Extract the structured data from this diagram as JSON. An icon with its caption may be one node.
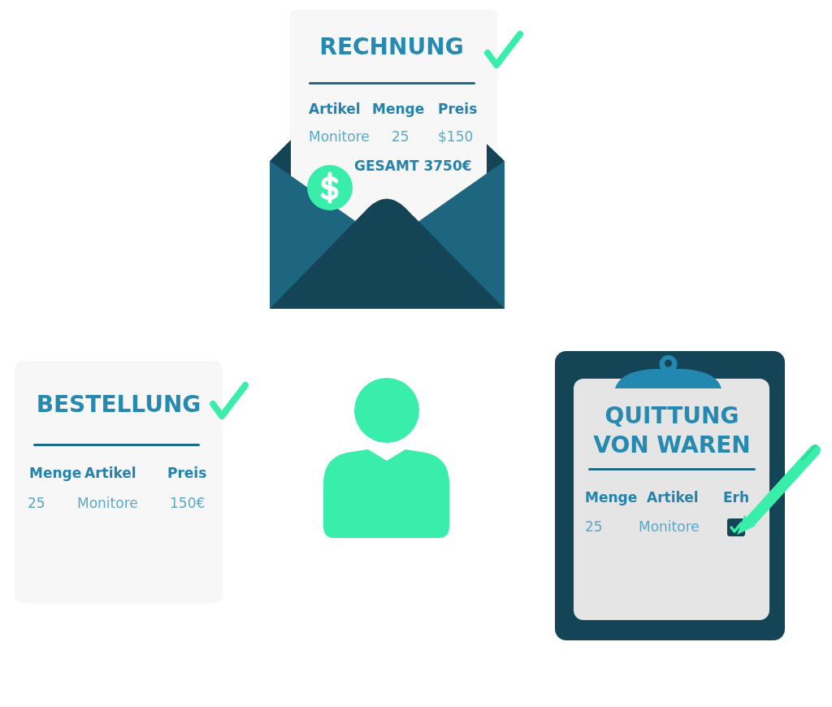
{
  "diagram": {
    "nodes": [
      {
        "text": [
          "RECHNUNG",
          "Artikel",
          "Menge",
          "Preis",
          "Monitore",
          "25",
          "$150",
          "GESAMT 3750€"
        ]
      },
      {
        "text": [
          "BESTELLUNG",
          "Menge",
          "Artikel",
          "Preis",
          "25",
          "Monitore",
          "150€"
        ]
      },
      {
        "text": [],
        "shape": "person"
      },
      {
        "text": [
          "QUITTUNG VON WAREN",
          "Menge",
          "Artikel",
          "Erh",
          "25",
          "Monitore"
        ]
      }
    ]
  }
}
